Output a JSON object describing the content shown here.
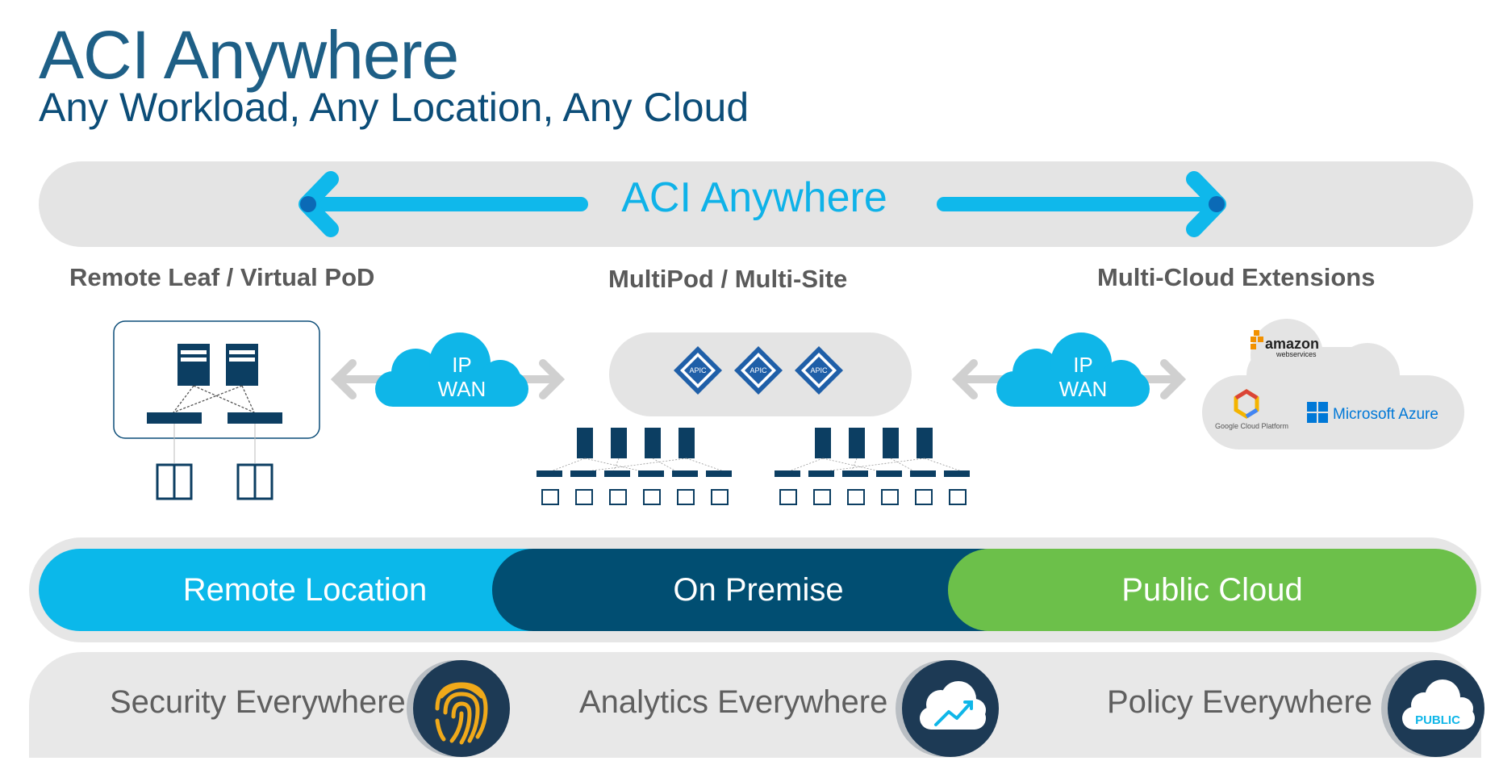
{
  "header": {
    "title": "ACI Anywhere",
    "subtitle": "Any Workload, Any Location, Any Cloud"
  },
  "banner": {
    "label": "ACI Anywhere"
  },
  "sections": {
    "remote": "Remote Leaf / Virtual PoD",
    "multipod": "MultiPod / Multi-Site",
    "cloud": "Multi-Cloud Extensions"
  },
  "ip_wan": {
    "line1": "IP",
    "line2": "WAN"
  },
  "apic_label": "APIC",
  "cloud_providers": {
    "amazon_main": "amazon",
    "amazon_sub": "webservices",
    "google": "Google Cloud Platform",
    "azure": "Microsoft Azure"
  },
  "layers": {
    "remote": "Remote Location",
    "premise": "On Premise",
    "public": "Public Cloud"
  },
  "everywhere": {
    "security": "Security Everywhere",
    "analytics": "Analytics Everywhere",
    "policy": "Policy Everywhere"
  },
  "public_badge": "PUBLIC",
  "colors": {
    "title_blue": "#1e5f86",
    "accent_cyan": "#0bb8ea",
    "premise_navy": "#014e72",
    "public_green": "#6cc04a",
    "badge_navy": "#1d3a55"
  }
}
